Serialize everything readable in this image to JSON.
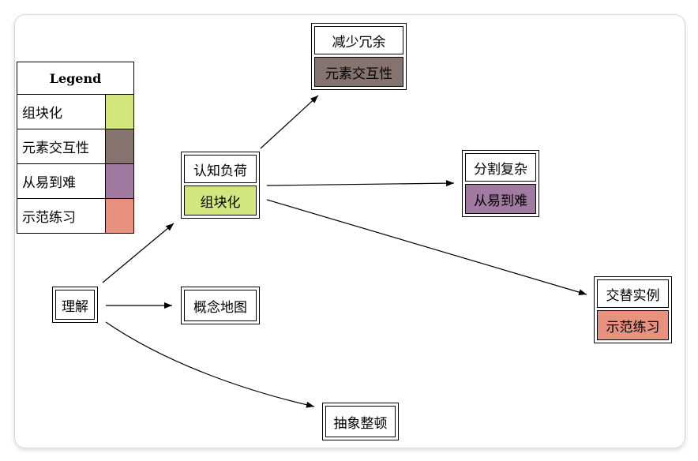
{
  "legend": {
    "title": "Legend",
    "items": [
      {
        "label": "组块化",
        "color": "#d4e67e"
      },
      {
        "label": "元素交互性",
        "color": "#857370"
      },
      {
        "label": "从易到难",
        "color": "#a07aa0"
      },
      {
        "label": "示范练习",
        "color": "#e8917f"
      }
    ]
  },
  "nodes": {
    "understand": {
      "title": "理解"
    },
    "cognitive_load": {
      "title": "认知负荷",
      "tag": "组块化",
      "tag_color": "#d4e67e"
    },
    "concept_map": {
      "title": "概念地图"
    },
    "abstract": {
      "title": "抽象整顿"
    },
    "reduce_redundancy": {
      "title": "减少冗余",
      "tag": "元素交互性",
      "tag_color": "#857370"
    },
    "split_complex": {
      "title": "分割复杂",
      "tag": "从易到难",
      "tag_color": "#a07aa0"
    },
    "alternate_examples": {
      "title": "交替实例",
      "tag": "示范练习",
      "tag_color": "#e8917f"
    }
  }
}
